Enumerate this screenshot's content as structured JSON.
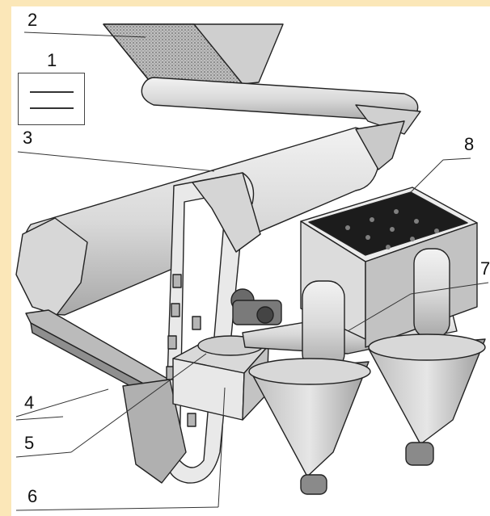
{
  "labels": {
    "l1": "1",
    "l2": "2",
    "l3": "3",
    "l4": "4",
    "l5": "5",
    "l6": "6",
    "l7": "7",
    "l8": "8"
  },
  "colors": {
    "background": "#fbe7b8",
    "canvas": "#ffffff",
    "metal_light": "#e4e4e4",
    "metal_mid": "#c8c8c8",
    "metal_dark": "#9a9a9a",
    "outline": "#222222"
  }
}
